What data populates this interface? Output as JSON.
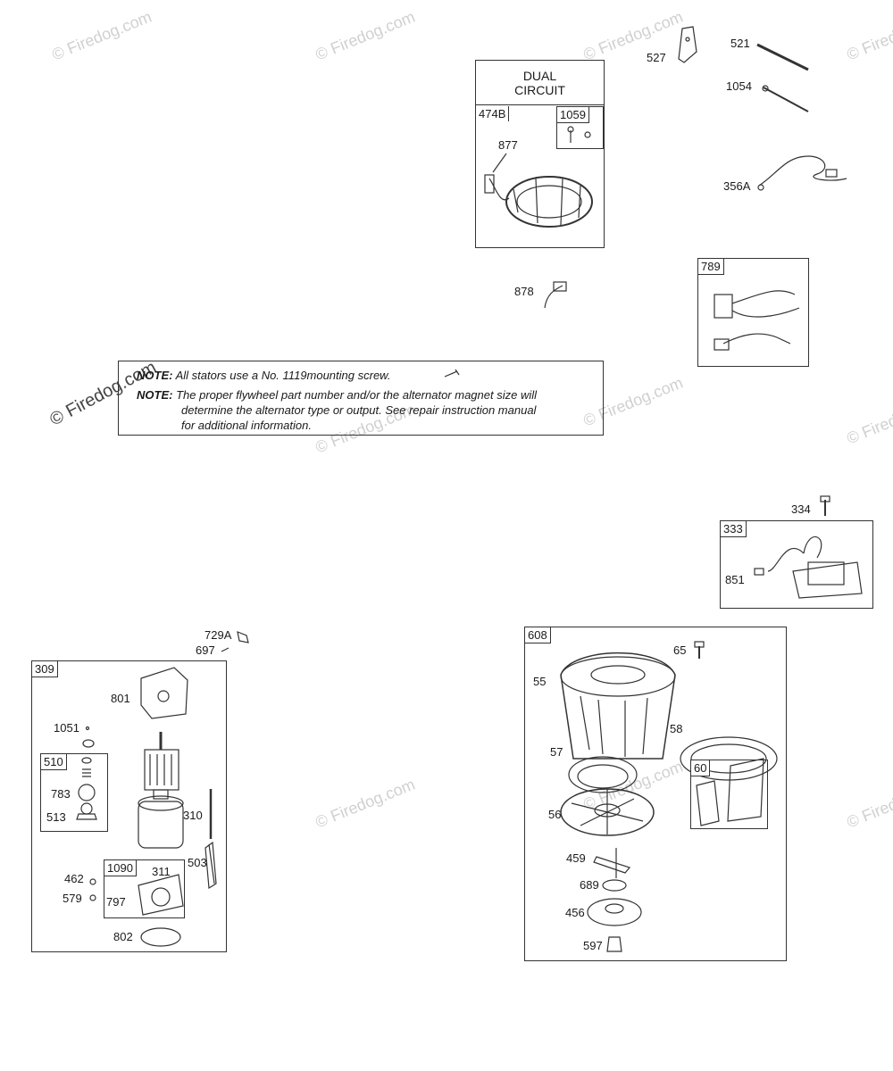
{
  "watermark": "© Firedog.com",
  "dual_circuit": {
    "line1": "DUAL",
    "line2": "CIRCUIT"
  },
  "boxes": {
    "b474B": "474B",
    "b1059": "1059",
    "b789": "789",
    "b333": "333",
    "b309": "309",
    "b510": "510",
    "b1090": "1090",
    "b608": "608",
    "b60": "60"
  },
  "parts": {
    "p527": "527",
    "p521": "521",
    "p1054": "1054",
    "p356A": "356A",
    "p877": "877",
    "p878": "878",
    "p334": "334",
    "p851": "851",
    "p729A": "729A",
    "p697": "697",
    "p801": "801",
    "p1051": "1051",
    "p783": "783",
    "p513": "513",
    "p310": "310",
    "p503": "503",
    "p311": "311",
    "p462": "462",
    "p579": "579",
    "p797": "797",
    "p802": "802",
    "p65": "65",
    "p55": "55",
    "p58": "58",
    "p57": "57",
    "p56": "56",
    "p459": "459",
    "p689": "689",
    "p456": "456",
    "p597": "597"
  },
  "note": {
    "keyword": "NOTE:",
    "line1": "All stators use a No. 1119mounting screw.",
    "line2": "The proper flywheel part number and/or the alternator magnet size will",
    "line3": "determine the alternator type or output. See repair instruction manual",
    "line4": "for additional information."
  }
}
